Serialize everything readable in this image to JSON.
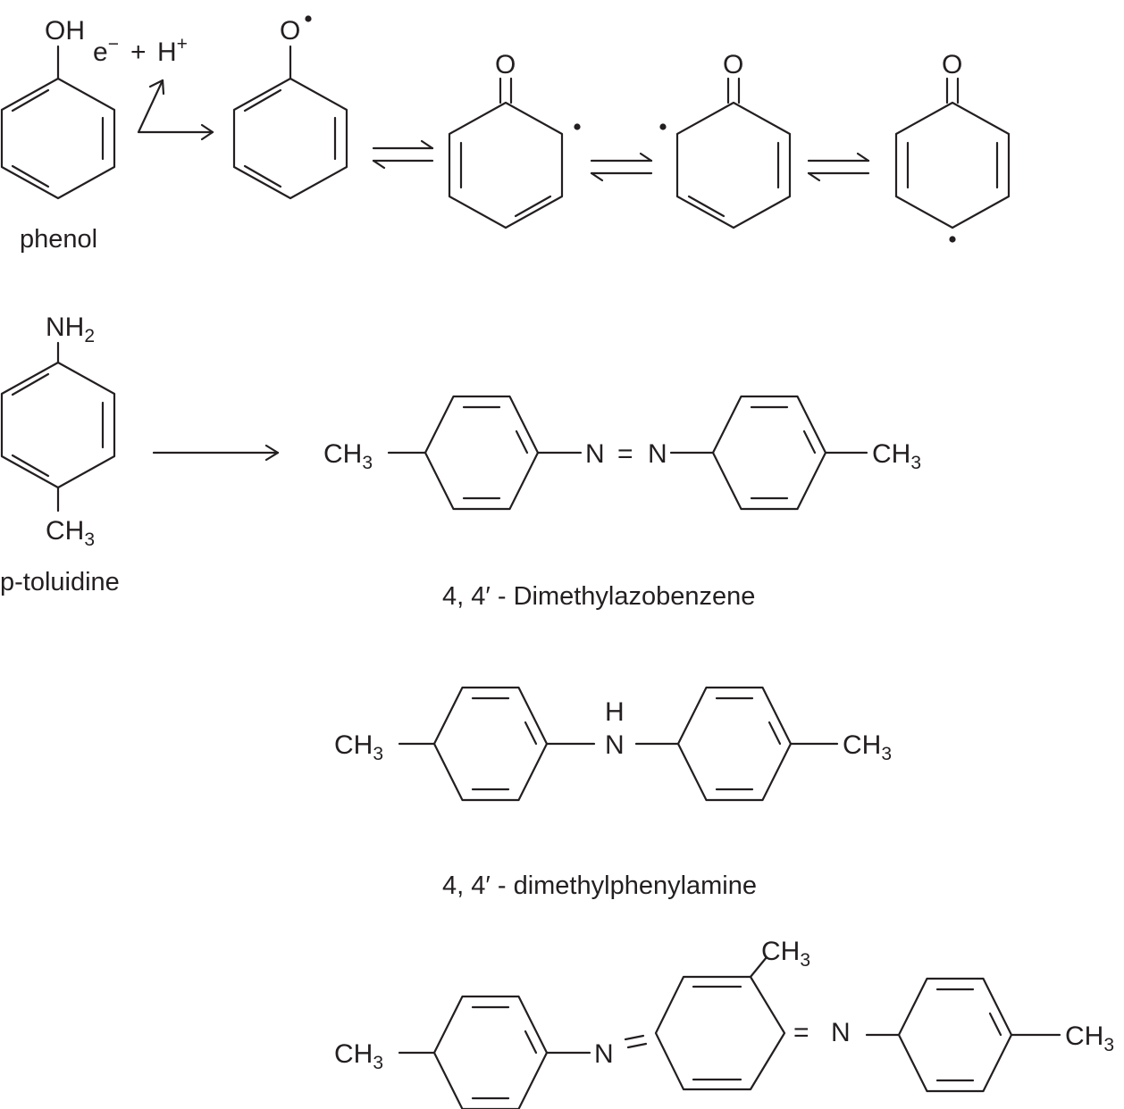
{
  "labels": {
    "phenol": "phenol",
    "p_toluidine": "p-toluidine",
    "dimethylazobenzene": "4, 4′ - Dimethylazobenzene",
    "dimethylphenylamine": "4, 4′ - dimethylphenylamine"
  },
  "atoms": {
    "oh": "OH",
    "o": "O",
    "n": "N",
    "h": "H",
    "c": "C",
    "nh": "NH",
    "ch": "CH",
    "sub2": "2",
    "sub3": "3"
  },
  "reagents": {
    "electron": "e",
    "electron_charge": "−",
    "plus": "+",
    "proton": "H",
    "proton_charge": "+"
  },
  "bond_symbols": {
    "double": "="
  }
}
